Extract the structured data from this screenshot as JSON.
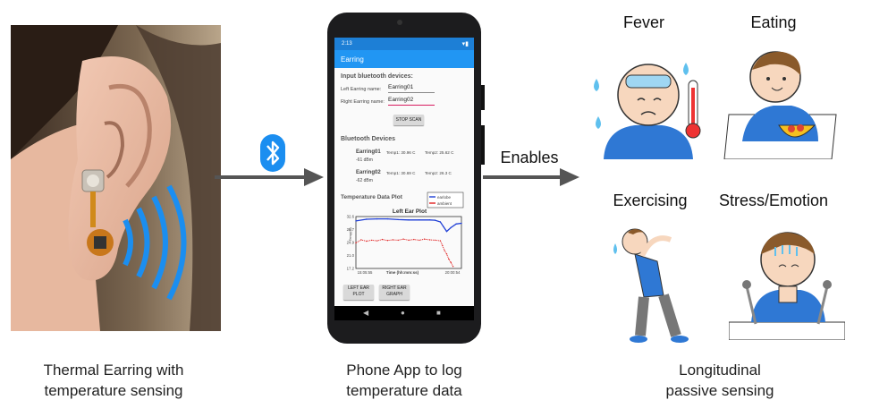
{
  "sections": {
    "fever": "Fever",
    "eating": "Eating",
    "exercising": "Exercising",
    "stress": "Stress/Emotion",
    "enables": "Enables"
  },
  "captions": {
    "earring": [
      "Thermal Earring with",
      "temperature sensing"
    ],
    "phone": [
      "Phone App to log",
      "temperature data"
    ],
    "sensing": [
      "Longitudinal",
      "passive sensing"
    ]
  },
  "phone_app": {
    "time": "2:13",
    "title": "Earring",
    "input_header": "Input bluetooth devices:",
    "left_label": "Left Earring name:",
    "left_value": "Earring01",
    "right_label": "Right Earring name:",
    "right_value": "Earring02",
    "stop_scan": "STOP SCAN",
    "devices_header": "Bluetooth Devices",
    "devices": [
      {
        "name": "Earring01",
        "rssi": "-61 dBm",
        "temp1": "Temp1: 30.96 C",
        "temp2": "Temp2: 25.62 C"
      },
      {
        "name": "Earring02",
        "rssi": "-62 dBm",
        "temp1": "Temp1: 30.69 C",
        "temp2": "Temp2: 26.3 C"
      }
    ],
    "plot_header": "Temperature Data Plot",
    "left_btn": [
      "LEFT EAR",
      "PLOT"
    ],
    "right_btn": [
      "RIGHT EAR",
      "GRAPH"
    ]
  },
  "chart_data": {
    "type": "line",
    "title": "Left Ear Plot",
    "xlabel": "Time (hh:mm:ss)",
    "ylabel": "Temp(C)",
    "yticks": [
      "32.6",
      "28.7",
      "24.9",
      "21.0",
      "17.2"
    ],
    "ylim": [
      17.2,
      32.6
    ],
    "xticks": [
      "15:05:55",
      "20:00:54"
    ],
    "legend": [
      "earlobe",
      "ambient"
    ],
    "colors": {
      "earlobe": "#1f3fd6",
      "ambient": "#e02020"
    },
    "series": [
      {
        "name": "earlobe",
        "x": [
          0,
          0.1,
          0.2,
          0.3,
          0.4,
          0.5,
          0.6,
          0.7,
          0.75,
          0.8,
          0.83,
          0.86,
          0.9,
          0.95,
          1.0
        ],
        "values": [
          31.3,
          31.8,
          31.9,
          31.9,
          31.7,
          31.6,
          31.6,
          31.6,
          31.5,
          31.0,
          29.6,
          28.2,
          29.3,
          30.4,
          30.6
        ]
      },
      {
        "name": "ambient",
        "x": [
          0,
          0.05,
          0.1,
          0.15,
          0.2,
          0.25,
          0.3,
          0.35,
          0.4,
          0.45,
          0.5,
          0.55,
          0.6,
          0.65,
          0.7,
          0.75,
          0.8,
          0.82,
          0.84,
          0.86,
          0.88,
          0.9,
          0.92
        ],
        "values": [
          24.8,
          25.7,
          25.3,
          25.6,
          25.4,
          25.8,
          25.5,
          25.7,
          25.6,
          25.9,
          25.6,
          25.8,
          25.6,
          25.9,
          25.7,
          25.6,
          25.4,
          24.0,
          22.5,
          21.5,
          20.0,
          19.0,
          17.8
        ]
      }
    ]
  }
}
